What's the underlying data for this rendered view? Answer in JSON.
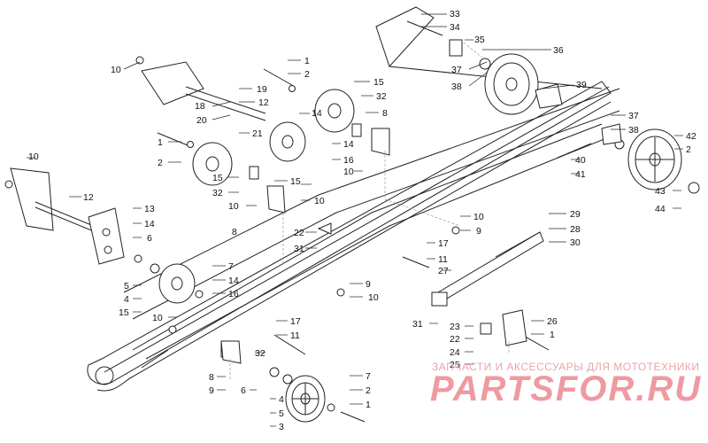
{
  "watermark": {
    "top": "ЗАПЧАСТИ И АКСЕССУАРЫ ДЛЯ МОТОТЕХНИКИ",
    "main": "PARTSFOR.RU"
  },
  "callouts": [
    {
      "id": "c33",
      "num": "33"
    },
    {
      "id": "c34",
      "num": "34"
    },
    {
      "id": "c35",
      "num": "35"
    },
    {
      "id": "c36",
      "num": "36"
    },
    {
      "id": "c37a",
      "num": "37"
    },
    {
      "id": "c38a",
      "num": "38"
    },
    {
      "id": "c39",
      "num": "39"
    },
    {
      "id": "c10a",
      "num": "10"
    },
    {
      "id": "c1a",
      "num": "1"
    },
    {
      "id": "c2a",
      "num": "2"
    },
    {
      "id": "c18",
      "num": "18"
    },
    {
      "id": "c19",
      "num": "19"
    },
    {
      "id": "c12a",
      "num": "12"
    },
    {
      "id": "c20",
      "num": "20"
    },
    {
      "id": "c21",
      "num": "21"
    },
    {
      "id": "c15a",
      "num": "15"
    },
    {
      "id": "c32a",
      "num": "32"
    },
    {
      "id": "c8a",
      "num": "8"
    },
    {
      "id": "c14a",
      "num": "14"
    },
    {
      "id": "c1b",
      "num": "1"
    },
    {
      "id": "c2b",
      "num": "2"
    },
    {
      "id": "c14b",
      "num": "14"
    },
    {
      "id": "c16a",
      "num": "16"
    },
    {
      "id": "c10b",
      "num": "10"
    },
    {
      "id": "c15b",
      "num": "15"
    },
    {
      "id": "c32b",
      "num": "32"
    },
    {
      "id": "c15c",
      "num": "15"
    },
    {
      "id": "c10c",
      "num": "10"
    },
    {
      "id": "c8b",
      "num": "8"
    },
    {
      "id": "c37b",
      "num": "37"
    },
    {
      "id": "c38b",
      "num": "38"
    },
    {
      "id": "c40",
      "num": "40"
    },
    {
      "id": "c41",
      "num": "41"
    },
    {
      "id": "c42",
      "num": "42"
    },
    {
      "id": "c2c",
      "num": "2"
    },
    {
      "id": "c43",
      "num": "43"
    },
    {
      "id": "c44",
      "num": "44"
    },
    {
      "id": "c10d",
      "num": "10"
    },
    {
      "id": "c12b",
      "num": "12"
    },
    {
      "id": "c13",
      "num": "13"
    },
    {
      "id": "c14c",
      "num": "14"
    },
    {
      "id": "c6a",
      "num": "6"
    },
    {
      "id": "c10e",
      "num": "10"
    },
    {
      "id": "c22a",
      "num": "22"
    },
    {
      "id": "c31a",
      "num": "31"
    },
    {
      "id": "c10f",
      "num": "10"
    },
    {
      "id": "c9a",
      "num": "9"
    },
    {
      "id": "c29",
      "num": "29"
    },
    {
      "id": "c28",
      "num": "28"
    },
    {
      "id": "c30",
      "num": "30"
    },
    {
      "id": "c17a",
      "num": "17"
    },
    {
      "id": "c11a",
      "num": "11"
    },
    {
      "id": "c27",
      "num": "27"
    },
    {
      "id": "c7a",
      "num": "7"
    },
    {
      "id": "c14d",
      "num": "14"
    },
    {
      "id": "c16b",
      "num": "16"
    },
    {
      "id": "c5a",
      "num": "5"
    },
    {
      "id": "c4a",
      "num": "4"
    },
    {
      "id": "c15d",
      "num": "15"
    },
    {
      "id": "c10g",
      "num": "10"
    },
    {
      "id": "c9b",
      "num": "9"
    },
    {
      "id": "c10h",
      "num": "10"
    },
    {
      "id": "c17b",
      "num": "17"
    },
    {
      "id": "c11b",
      "num": "11"
    },
    {
      "id": "c31b",
      "num": "31"
    },
    {
      "id": "c23",
      "num": "23"
    },
    {
      "id": "c22b",
      "num": "22"
    },
    {
      "id": "c24",
      "num": "24"
    },
    {
      "id": "c25",
      "num": "25"
    },
    {
      "id": "c26",
      "num": "26"
    },
    {
      "id": "c1c",
      "num": "1"
    },
    {
      "id": "c8c",
      "num": "8"
    },
    {
      "id": "c9c",
      "num": "9"
    },
    {
      "id": "c32c",
      "num": "32"
    },
    {
      "id": "c6b",
      "num": "6"
    },
    {
      "id": "c4b",
      "num": "4"
    },
    {
      "id": "c5b",
      "num": "5"
    },
    {
      "id": "c3",
      "num": "3"
    },
    {
      "id": "c7b",
      "num": "7"
    },
    {
      "id": "c2d",
      "num": "2"
    },
    {
      "id": "c1d",
      "num": "1"
    }
  ]
}
